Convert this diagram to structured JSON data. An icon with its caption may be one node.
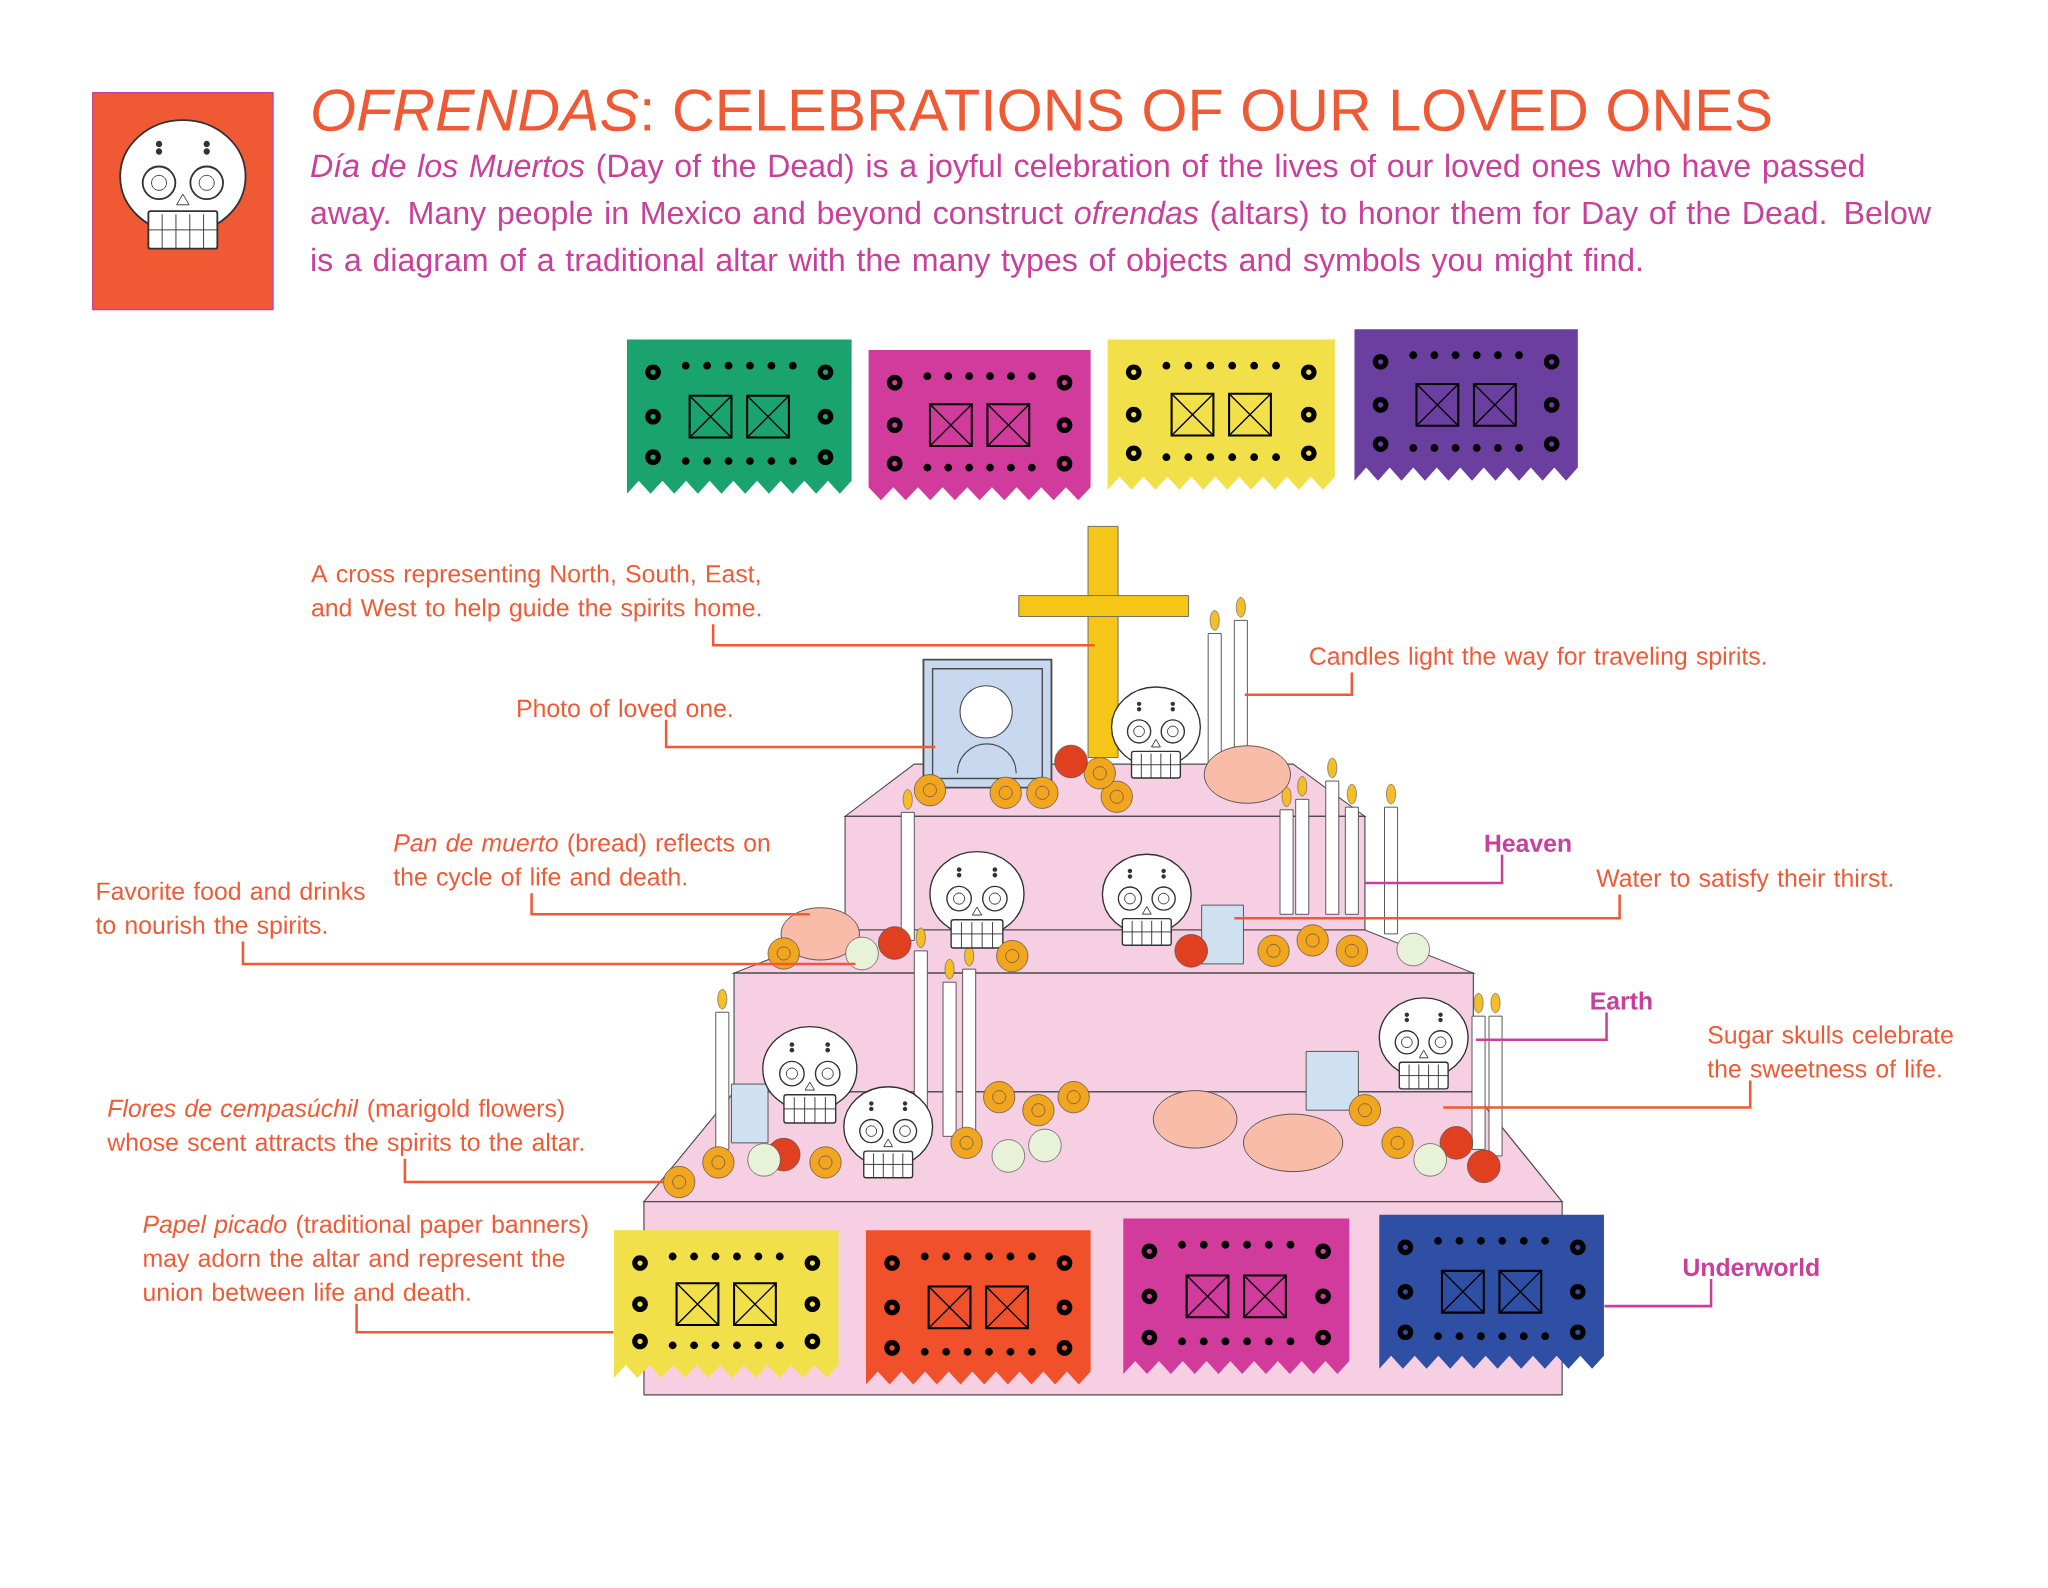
{
  "diagram": {
    "title": "*OFRENDAS*: CELEBRATIONS OF OUR LOVED ONES",
    "nodes": [
      {
        "text": [
          "A cross representing North, South, East, and West to help guide the spirits home."
        ]
      },
      {
        "text": [
          "Candles light the way for traveling spirits."
        ]
      },
      {
        "text": [
          "Photo of loved one."
        ]
      },
      {
        "text": [
          "*Pan de muerto* (bread) reflects on the cycle of life and death."
        ]
      },
      {
        "text": [
          "Favorite food and drinks to nourish the spirits."
        ]
      },
      {
        "text": [
          "Heaven"
        ]
      },
      {
        "text": [
          "Water to satisfy their thirst."
        ]
      },
      {
        "text": [
          "Earth"
        ]
      },
      {
        "text": [
          "Sugar skulls celebrate the sweetness of life."
        ]
      },
      {
        "text": [
          "*Flores de cempasúchil* (marigold flowers) whose scent attracts the spirits to the altar."
        ]
      },
      {
        "text": [
          "*Papel picado* (traditional paper banners) may adorn the altar and represent the union between life and death."
        ]
      },
      {
        "text": [
          "Underworld"
        ]
      },
      {
        "text": [],
        "shape": "flower"
      },
      {
        "text": [],
        "shape": "banner"
      },
      {
        "text": [],
        "shape": "banner"
      },
      {
        "text": [],
        "shape": "banner"
      },
      {
        "text": [],
        "shape": "banner"
      },
      {
        "text": [],
        "shape": "banner"
      },
      {
        "text": [],
        "shape": "banner"
      },
      {
        "text": [],
        "shape": "banner"
      },
      {
        "text": [],
        "shape": "banner"
      }
    ],
    "edges": [
      {
        "from": 0,
        "to": null,
        "arrow": "none"
      },
      {
        "from": 1,
        "to": null,
        "arrow": "none"
      },
      {
        "from": 2,
        "to": null,
        "arrow": "none"
      },
      {
        "from": 3,
        "to": null,
        "arrow": "none"
      },
      {
        "from": 4,
        "to": null,
        "arrow": "none"
      },
      {
        "from": 5,
        "to": null,
        "arrow": "none",
        "color": "#c9409a"
      },
      {
        "from": 6,
        "to": null,
        "arrow": "none"
      },
      {
        "from": 7,
        "to": null,
        "arrow": "none",
        "color": "#c9409a"
      },
      {
        "from": 8,
        "to": null,
        "arrow": "none"
      },
      {
        "from": 9,
        "to": 12,
        "arrow": "none"
      },
      {
        "from": 10,
        "to": 17,
        "arrow": "none"
      },
      {
        "from": 11,
        "to": 20,
        "arrow": "none",
        "color": "#c9409a"
      }
    ],
    "labels": [
      "*Día de los Muertos* (Day of the Dead) is a joyful celebration of the lives of our loved ones who have passed away. Many people in Mexico and beyond construct *ofrendas* (altars) to honor them for Day of the Dead. Below is a diagram of a traditional altar with the many types of objects and symbols you might find."
    ]
  }
}
